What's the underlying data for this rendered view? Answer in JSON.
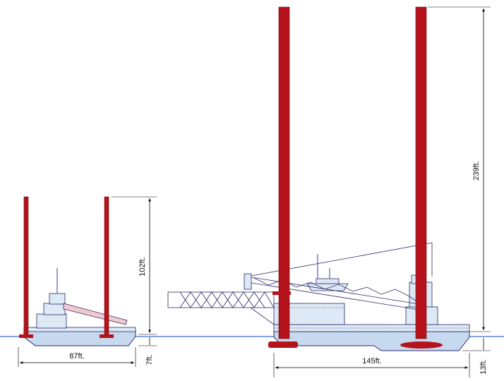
{
  "colors": {
    "leg": "#b5121b",
    "leg_outline": "#6a0a10",
    "hull": "#c7d9ef",
    "hull_outline": "#2a2a6a",
    "superstructure": "#dde9f5",
    "waterline": "#3a6fd0",
    "dimension_line": "#000000",
    "boom": "#f3c9d0"
  },
  "icons": [
    "small-jackup-vessel",
    "large-jackup-vessel",
    "crane-boom",
    "gangway"
  ],
  "small_vessel": {
    "leg_height_label": "102ft.",
    "length_label": "87ft.",
    "draft_label": "7ft."
  },
  "large_vessel": {
    "leg_height_label": "239ft.",
    "length_label": "145ft.",
    "draft_label": "13ft."
  }
}
